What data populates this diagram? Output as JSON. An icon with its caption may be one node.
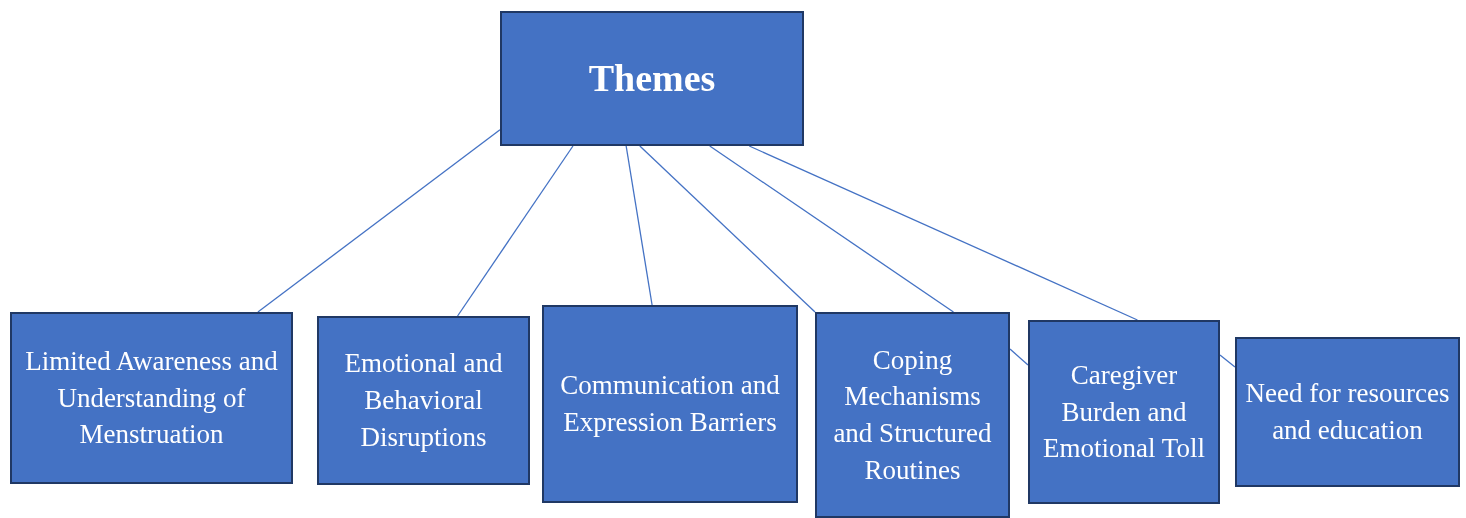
{
  "diagram": {
    "nodes": [
      {
        "text": [
          "Themes"
        ]
      },
      {
        "text": [
          "Limited Awareness and Understanding of Menstruation"
        ]
      },
      {
        "text": [
          "Emotional and Behavioral Disruptions"
        ]
      },
      {
        "text": [
          "Communication and Expression Barriers"
        ]
      },
      {
        "text": [
          "Coping Mechanisms and Structured Routines"
        ]
      },
      {
        "text": [
          "Caregiver Burden and Emotional Toll"
        ]
      },
      {
        "text": [
          "Need for resources and education"
        ]
      }
    ],
    "edges": [
      {
        "from": 0,
        "to": 1,
        "arrow": "none"
      },
      {
        "from": 0,
        "to": 2,
        "arrow": "none"
      },
      {
        "from": 0,
        "to": 3,
        "arrow": "none"
      },
      {
        "from": 0,
        "to": 4,
        "arrow": "none"
      },
      {
        "from": 0,
        "to": 4,
        "arrow": "none"
      },
      {
        "from": 0,
        "to": 5,
        "arrow": "none"
      },
      {
        "from": 4,
        "to": 5,
        "arrow": "none"
      },
      {
        "from": 5,
        "to": 6,
        "arrow": "none"
      }
    ]
  }
}
